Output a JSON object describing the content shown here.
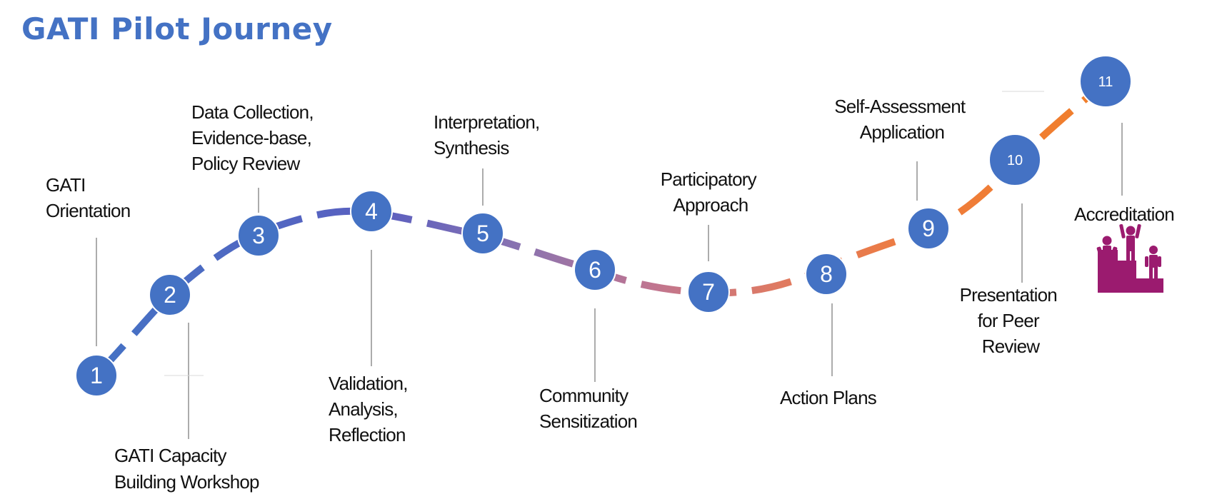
{
  "title": "GATI Pilot Journey",
  "colors": {
    "node": "#4472c4",
    "podium": "#9b1b6f",
    "title": "#4472c4",
    "connector": "#7f7f7f"
  },
  "steps": [
    {
      "number": "1",
      "label": [
        "GATI",
        "Orientation"
      ]
    },
    {
      "number": "2",
      "label": [
        "GATI Capacity",
        "Building Workshop"
      ]
    },
    {
      "number": "3",
      "label": [
        "Data Collection,",
        "Evidence-base,",
        "Policy Review"
      ]
    },
    {
      "number": "4",
      "label": [
        "Validation,",
        "Analysis,",
        "Reflection"
      ]
    },
    {
      "number": "5",
      "label": [
        "Interpretation,",
        "Synthesis"
      ]
    },
    {
      "number": "6",
      "label": [
        "Community",
        "Sensitization"
      ]
    },
    {
      "number": "7",
      "label": [
        "Participatory",
        "Approach"
      ]
    },
    {
      "number": "8",
      "label": [
        "Action Plans"
      ]
    },
    {
      "number": "9",
      "label": [
        "Self-Assessment",
        "Application"
      ]
    },
    {
      "number": "10",
      "label": [
        "Presentation",
        "for Peer",
        "Review"
      ]
    },
    {
      "number": "11",
      "label": [
        "Accreditation"
      ]
    }
  ],
  "icons": {
    "accreditation": "podium-people-icon"
  }
}
